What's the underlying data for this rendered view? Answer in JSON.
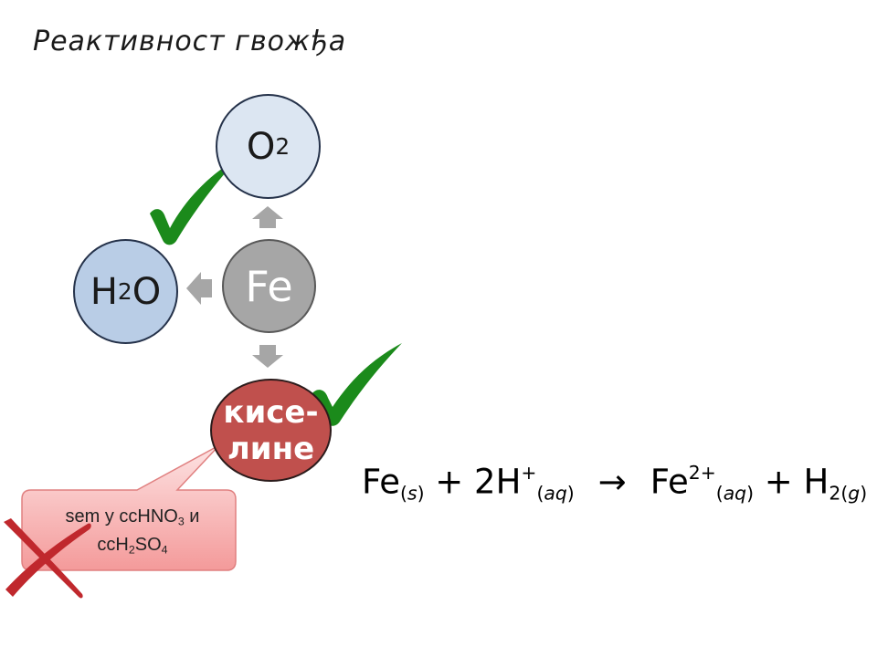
{
  "title": "Реактивност гвожђа",
  "nodes": {
    "o2": {
      "main": "O",
      "sub": "2"
    },
    "h2o": {
      "pre": "H",
      "sub": "2",
      "post": "O"
    },
    "fe": {
      "label": "Fe"
    },
    "acid": {
      "line1": "кисе-",
      "line2": "лине"
    }
  },
  "callout": {
    "part1": "sem у ccHNO",
    "sub1": "3",
    "part2": " и",
    "part3": "ccH",
    "sub2": "2",
    "part4": "SO",
    "sub3": "4"
  },
  "equation": {
    "fe1": "Fe",
    "s": "(",
    "s_it": "s",
    "s_close": ")",
    "plus1": " + 2H",
    "hplus": "+",
    "aq1_open": "(",
    "aq1": "aq",
    "aq1_close": ")",
    "arrow": "→",
    "fe2": "Fe",
    "fe2charge": "2+",
    "aq2_open": "(",
    "aq2": "aq",
    "aq2_close": ")",
    "plus2": " + H",
    "h2sub": "2(",
    "g": "g",
    "g_close": ")"
  },
  "colors": {
    "check": "#1b8a1b",
    "cross": "#c0282d",
    "acid": "#c0504d",
    "fe": "#a6a6a6",
    "o2": "#dce6f2",
    "h2o": "#b9cde6",
    "arrow": "#a6a6a6",
    "callout": "#f4a5a5"
  },
  "icons": [
    "check-icon",
    "check-icon",
    "cross-icon",
    "arrow-up-icon",
    "arrow-left-icon",
    "arrow-down-icon"
  ]
}
